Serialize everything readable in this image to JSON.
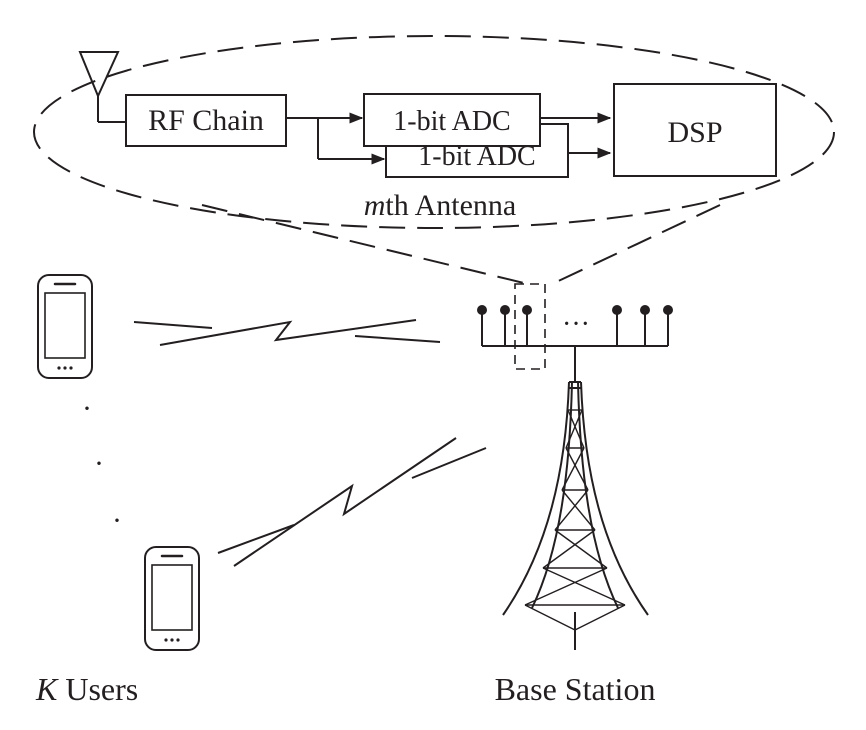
{
  "base_station_block": {
    "rf_chain_label": "RF Chain",
    "adc_label_1": "1-bit ADC",
    "adc_label_2": "1-bit ADC",
    "dsp_label": "DSP",
    "antenna_caption_var": "m",
    "antenna_caption_rest": "th Antenna"
  },
  "users": {
    "label_var": "K",
    "label_rest": " Users",
    "ellipsis": "· · ·"
  },
  "base_station": {
    "label": "Base Station",
    "array_dots": "···"
  },
  "colors": {
    "ink": "#231f20",
    "background": "#ffffff"
  }
}
